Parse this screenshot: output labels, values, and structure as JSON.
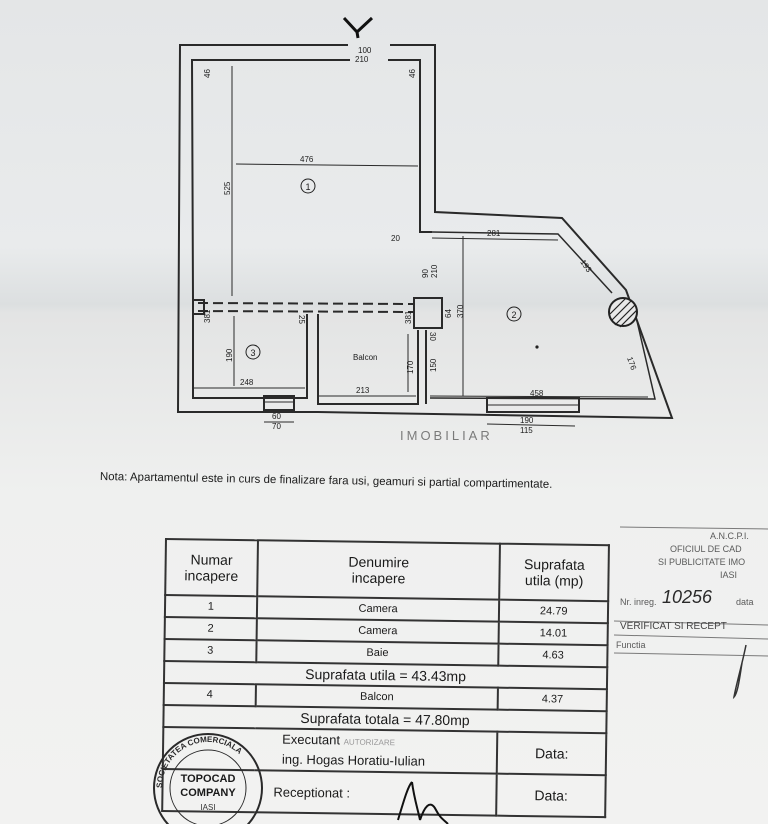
{
  "plan": {
    "north_mark": "north-arrow-icon",
    "rooms": [
      "1",
      "2",
      "3"
    ],
    "balcony_label": "Balcon",
    "dimensions": {
      "door_top_outer": "100",
      "door_top_inner": "210",
      "top_left_wall": "46",
      "top_right_wall": "46",
      "room1_width": "476",
      "room1_height": "525",
      "room2_top": "281",
      "diag": "193",
      "right_side": "176",
      "room2_bottom": "458",
      "room2_height": "370",
      "small_20": "20",
      "vert_90": "90",
      "vert_210": "210",
      "vert_64": "64",
      "vert_30": "30",
      "vert_150": "150",
      "left_381": "381",
      "left_190": "190",
      "left_25": "25",
      "bath_width": "248",
      "mid_381": "381",
      "mid_170": "170",
      "balcon_width": "213",
      "win_left_60": "60",
      "win_left_70": "70",
      "win_right_190": "190",
      "win_right_115": "115"
    },
    "watermark": "IMOBILIAR"
  },
  "note": "Nota: Apartamentul este in curs de finalizare fara usi, geamuri si partial compartimentate.",
  "table": {
    "headers": {
      "col1": [
        "Numar",
        "incapere"
      ],
      "col2": [
        "Denumire",
        "incapere"
      ],
      "col3": [
        "Suprafata",
        "utila (mp)"
      ]
    },
    "rows": [
      {
        "nr": "1",
        "name": "Camera",
        "area": "24.79"
      },
      {
        "nr": "2",
        "name": "Camera",
        "area": "14.01"
      },
      {
        "nr": "3",
        "name": "Baie",
        "area": "4.63"
      }
    ],
    "subtotal": "Suprafata utila = 43.43mp",
    "balcony_row": {
      "nr": "4",
      "name": "Balcon",
      "area": "4.37"
    },
    "total": "Suprafata totala = 47.80mp",
    "executant_label": "Executant",
    "executant_tag": "AUTORIZARE",
    "executant_name": "ing. Hogas Horatiu-Iulian",
    "receptionat_label": "Receptionat :",
    "data_label": "Data:"
  },
  "ancpi": {
    "title": "A.N.C.P.I.",
    "line1": "OFICIUL DE CAD",
    "line2": "SI PUBLICITATE IMO",
    "city": "IASI",
    "nr_label": "Nr. inreg.",
    "nr_value": "10256",
    "data_label": "data",
    "verified": "VERIFICAT SI RECEPT",
    "functia": "Functia"
  },
  "company_stamp": {
    "top": "SOCIETATEA COMERCIALA",
    "name1": "TOPOCAD",
    "name2": "COMPANY",
    "city": "IASI"
  }
}
